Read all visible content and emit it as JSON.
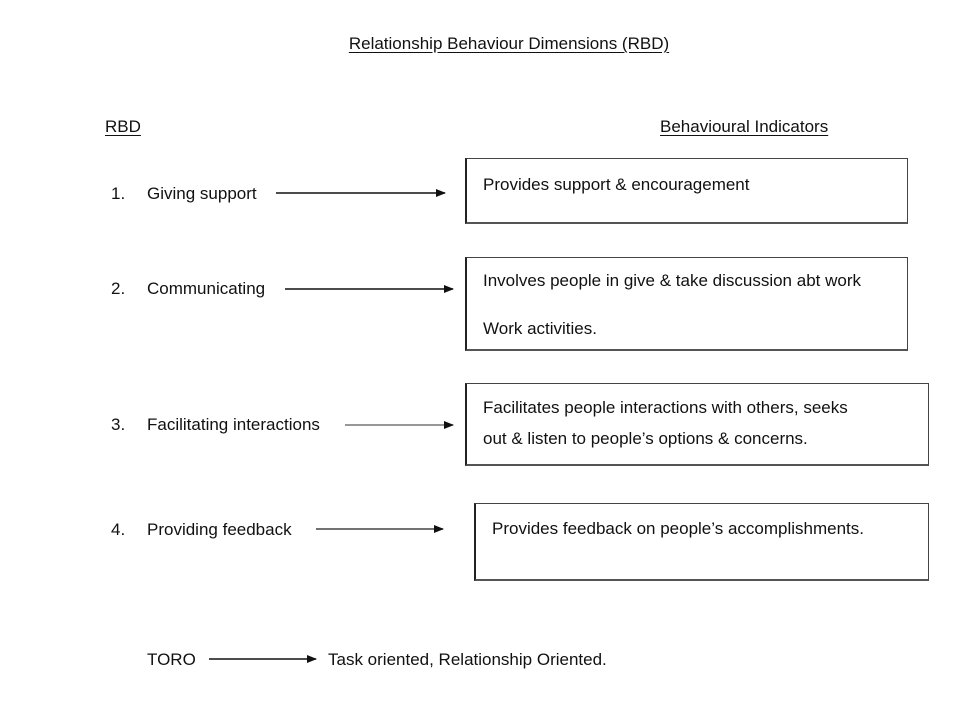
{
  "title": "Relationship Behaviour Dimensions (RBD)",
  "headers": {
    "left": "RBD",
    "right": "Behavioural Indicators"
  },
  "dimensions": [
    {
      "number": "1.",
      "label": "Giving support",
      "indicator_lines": [
        "Provides support & encouragement"
      ]
    },
    {
      "number": "2.",
      "label": "Communicating",
      "indicator_lines": [
        "Involves people in give & take discussion abt work",
        "Work activities."
      ]
    },
    {
      "number": "3.",
      "label": "Facilitating interactions",
      "indicator_lines": [
        "Facilitates people interactions with others, seeks",
        "out & listen to people’s options & concerns."
      ]
    },
    {
      "number": "4.",
      "label": "Providing feedback",
      "indicator_lines": [
        "Provides feedback on people’s accomplishments."
      ]
    }
  ],
  "footer": {
    "term": "TORO",
    "definition": "Task oriented, Relationship Oriented."
  }
}
